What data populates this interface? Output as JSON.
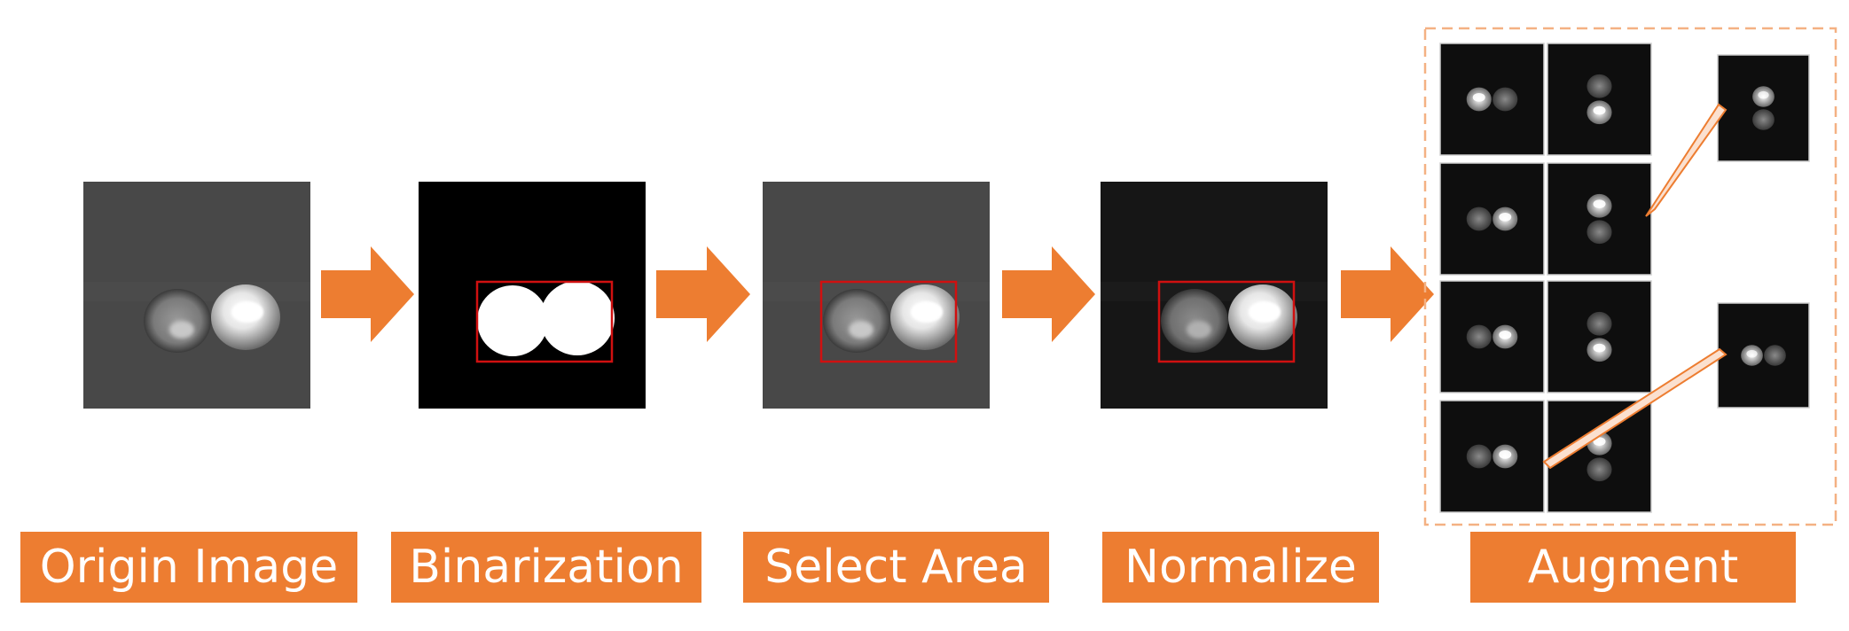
{
  "labels": {
    "origin": "Origin Image",
    "binarization": "Binarization",
    "select_area": "Select Area",
    "normalize": "Normalize",
    "augment": "Augment"
  },
  "icons": [
    "right-arrow-icon",
    "zoom-callout-icon"
  ],
  "colors": {
    "accent_orange": "#ED7D31",
    "label_bg": "#ED7D31",
    "label_text": "#FFFFFF",
    "bbox_red": "#D01010",
    "dashed_border": "#F4B183",
    "callout_fill": "#FBE0CF",
    "scan_gray": "#4a4a4a",
    "scan_dark": "#101010"
  }
}
